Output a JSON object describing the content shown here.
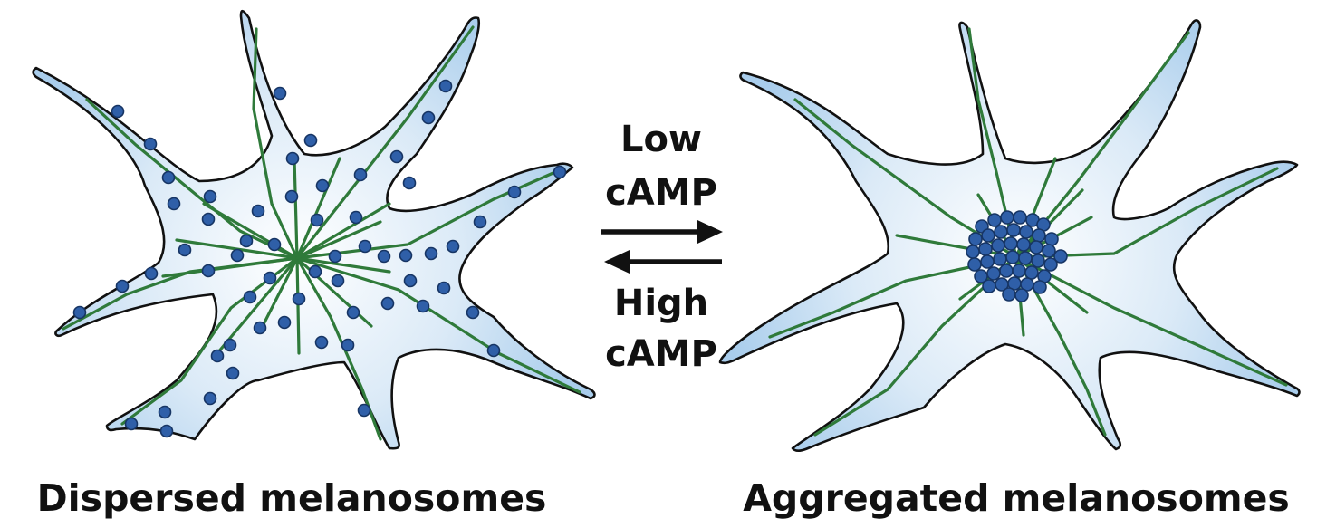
{
  "colors": {
    "cytoplasm_center": "#ffffff",
    "cytoplasm_edge": "#a9cdec",
    "outline": "#111111",
    "microtubule": "#2f7a3a",
    "melanosome": "#2f5fa8"
  },
  "panels": {
    "left": {
      "caption": "Dispersed melanosomes"
    },
    "right": {
      "caption": "Aggregated melanosomes"
    }
  },
  "transition": {
    "forward_line1": "Low",
    "forward_line2": "cAMP",
    "reverse_line1": "High",
    "reverse_line2": "cAMP"
  }
}
